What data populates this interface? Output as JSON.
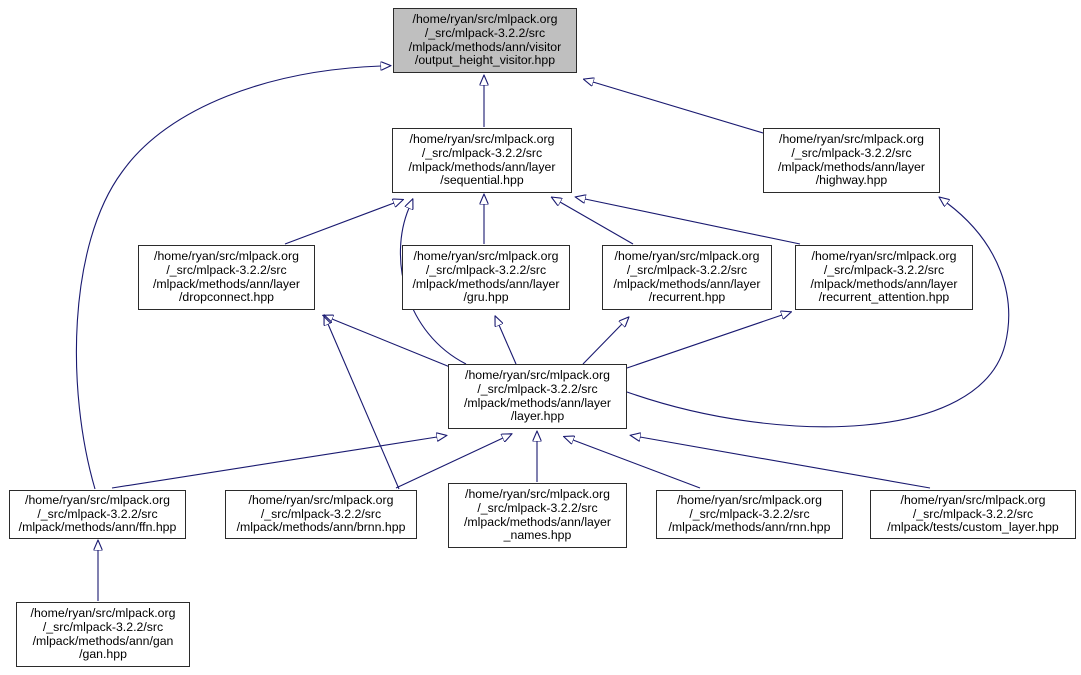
{
  "diagram": {
    "title": "Include dependency graph for output_height_visitor.hpp",
    "type": "doxygen-included-by-graph",
    "colors": {
      "edge": "#191970",
      "node_fill": "#ffffff",
      "root_fill": "#bfbfbf",
      "border": "#2b2b2b",
      "background": "#ffffff"
    },
    "nodes": [
      {
        "id": "output_height_visitor",
        "root": true,
        "lines": [
          "/home/ryan/src/mlpack.org",
          "/_src/mlpack-3.2.2/src",
          "/mlpack/methods/ann/visitor",
          "/output_height_visitor.hpp"
        ]
      },
      {
        "id": "sequential",
        "root": false,
        "lines": [
          "/home/ryan/src/mlpack.org",
          "/_src/mlpack-3.2.2/src",
          "/mlpack/methods/ann/layer",
          "/sequential.hpp"
        ]
      },
      {
        "id": "highway",
        "root": false,
        "lines": [
          "/home/ryan/src/mlpack.org",
          "/_src/mlpack-3.2.2/src",
          "/mlpack/methods/ann/layer",
          "/highway.hpp"
        ]
      },
      {
        "id": "dropconnect",
        "root": false,
        "lines": [
          "/home/ryan/src/mlpack.org",
          "/_src/mlpack-3.2.2/src",
          "/mlpack/methods/ann/layer",
          "/dropconnect.hpp"
        ]
      },
      {
        "id": "gru",
        "root": false,
        "lines": [
          "/home/ryan/src/mlpack.org",
          "/_src/mlpack-3.2.2/src",
          "/mlpack/methods/ann/layer",
          "/gru.hpp"
        ]
      },
      {
        "id": "recurrent",
        "root": false,
        "lines": [
          "/home/ryan/src/mlpack.org",
          "/_src/mlpack-3.2.2/src",
          "/mlpack/methods/ann/layer",
          "/recurrent.hpp"
        ]
      },
      {
        "id": "recurrent_attention",
        "root": false,
        "lines": [
          "/home/ryan/src/mlpack.org",
          "/_src/mlpack-3.2.2/src",
          "/mlpack/methods/ann/layer",
          "/recurrent_attention.hpp"
        ]
      },
      {
        "id": "layer",
        "root": false,
        "lines": [
          "/home/ryan/src/mlpack.org",
          "/_src/mlpack-3.2.2/src",
          "/mlpack/methods/ann/layer",
          "/layer.hpp"
        ]
      },
      {
        "id": "ffn",
        "root": false,
        "lines": [
          "/home/ryan/src/mlpack.org",
          "/_src/mlpack-3.2.2/src",
          "/mlpack/methods/ann/ffn.hpp"
        ]
      },
      {
        "id": "brnn",
        "root": false,
        "lines": [
          "/home/ryan/src/mlpack.org",
          "/_src/mlpack-3.2.2/src",
          "/mlpack/methods/ann/brnn.hpp"
        ]
      },
      {
        "id": "layer_names",
        "root": false,
        "lines": [
          "/home/ryan/src/mlpack.org",
          "/_src/mlpack-3.2.2/src",
          "/mlpack/methods/ann/layer",
          "_names.hpp"
        ]
      },
      {
        "id": "rnn",
        "root": false,
        "lines": [
          "/home/ryan/src/mlpack.org",
          "/_src/mlpack-3.2.2/src",
          "/mlpack/methods/ann/rnn.hpp"
        ]
      },
      {
        "id": "custom_layer",
        "root": false,
        "lines": [
          "/home/ryan/src/mlpack.org",
          "/_src/mlpack-3.2.2/src",
          "/mlpack/tests/custom_layer.hpp"
        ]
      },
      {
        "id": "gan",
        "root": false,
        "lines": [
          "/home/ryan/src/mlpack.org",
          "/_src/mlpack-3.2.2/src",
          "/mlpack/methods/ann/gan",
          "/gan.hpp"
        ]
      }
    ],
    "edges": [
      {
        "from": "sequential",
        "to": "output_height_visitor"
      },
      {
        "from": "highway",
        "to": "output_height_visitor"
      },
      {
        "from": "ffn",
        "to": "output_height_visitor"
      },
      {
        "from": "dropconnect",
        "to": "sequential"
      },
      {
        "from": "gru",
        "to": "sequential"
      },
      {
        "from": "recurrent",
        "to": "sequential"
      },
      {
        "from": "recurrent_attention",
        "to": "sequential"
      },
      {
        "from": "layer",
        "to": "sequential"
      },
      {
        "from": "layer",
        "to": "dropconnect"
      },
      {
        "from": "brnn",
        "to": "dropconnect"
      },
      {
        "from": "layer",
        "to": "gru"
      },
      {
        "from": "layer",
        "to": "recurrent"
      },
      {
        "from": "layer",
        "to": "recurrent_attention"
      },
      {
        "from": "layer",
        "to": "highway"
      },
      {
        "from": "ffn",
        "to": "layer"
      },
      {
        "from": "brnn",
        "to": "layer"
      },
      {
        "from": "layer_names",
        "to": "layer"
      },
      {
        "from": "rnn",
        "to": "layer"
      },
      {
        "from": "custom_layer",
        "to": "layer"
      },
      {
        "from": "gan",
        "to": "ffn"
      }
    ]
  }
}
